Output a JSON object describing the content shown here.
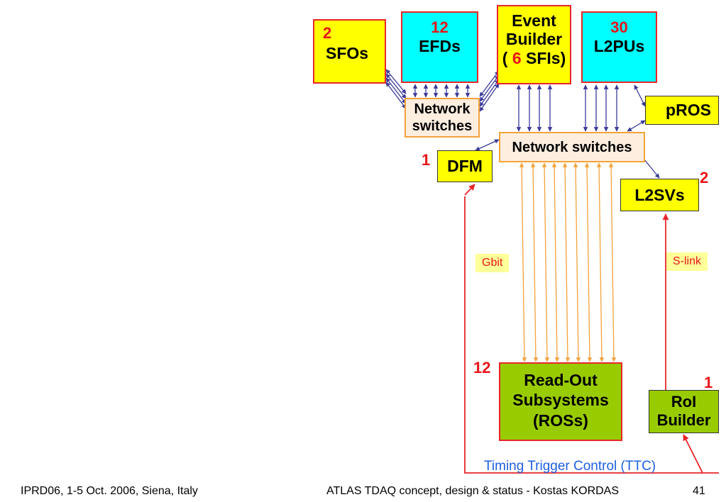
{
  "nodes": {
    "sfos": {
      "count": "2",
      "label": "SFOs"
    },
    "efds": {
      "count": "12",
      "label": "EFDs"
    },
    "event_builder": {
      "line1": "Event",
      "line2": "Builder",
      "open": "(",
      "count": "6",
      "close": "SFIs)"
    },
    "l2pus": {
      "count": "30",
      "label": "L2PUs"
    },
    "pros": {
      "label": "pROS"
    },
    "ef_switches": {
      "line1": "Network",
      "line2": "switches"
    },
    "l2_switches": {
      "label": "Network switches"
    },
    "dfm": {
      "count": "1",
      "label": "DFM"
    },
    "l2svs": {
      "count": "2",
      "label": "L2SVs"
    },
    "ros": {
      "count": "12",
      "line1": "Read-Out",
      "line2": "Subsystems",
      "line3": "(ROSs)"
    },
    "roi_builder": {
      "count": "1",
      "line1": "RoI",
      "line2": "Builder"
    }
  },
  "links": {
    "gbit": "Gbit",
    "slink": "S-link",
    "ttc": "Timing Trigger Control (TTC)"
  },
  "colors": {
    "blue_link": "#3a3a9a",
    "orange_link": "#f4a23a",
    "red_link": "#e8262a",
    "count_red": "#e8141a",
    "ttc_blue": "#1f5fe0"
  },
  "footer": {
    "left": "IPRD06, 1-5 Oct. 2006, Siena, Italy",
    "center": "ATLAS TDAQ concept, design & status - Kostas KORDAS",
    "page": "41"
  }
}
